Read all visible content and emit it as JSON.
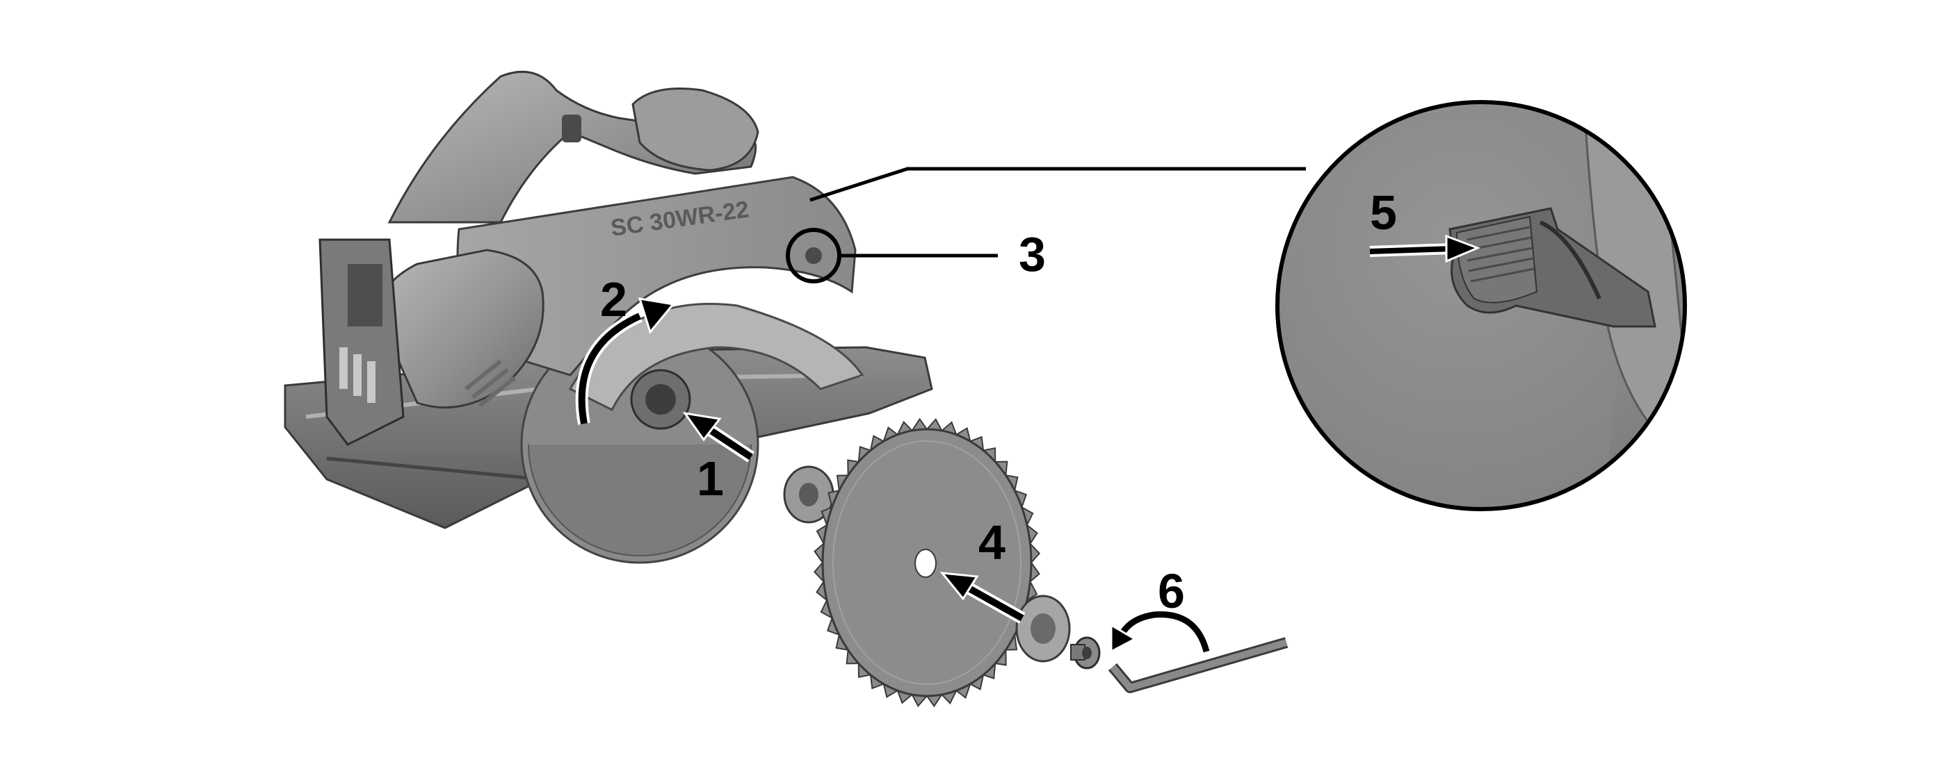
{
  "diagram": {
    "model_label": "SC 30WR-22",
    "steps": [
      {
        "id": "1",
        "label": "1"
      },
      {
        "id": "2",
        "label": "2"
      },
      {
        "id": "3",
        "label": "3"
      },
      {
        "id": "4",
        "label": "4"
      },
      {
        "id": "5",
        "label": "5"
      },
      {
        "id": "6",
        "label": "6"
      }
    ],
    "colors": {
      "background": "#ffffff",
      "tool_body": "#9a9a9a",
      "tool_dark": "#5e5e5e",
      "tool_light": "#c2c2c2",
      "blade": "#8e8e8e",
      "line": "#000000"
    },
    "icons": [
      "circular-saw",
      "saw-blade",
      "inner-flange",
      "outer-flange",
      "blade-bolt",
      "hex-key",
      "spindle-lock-button"
    ]
  }
}
